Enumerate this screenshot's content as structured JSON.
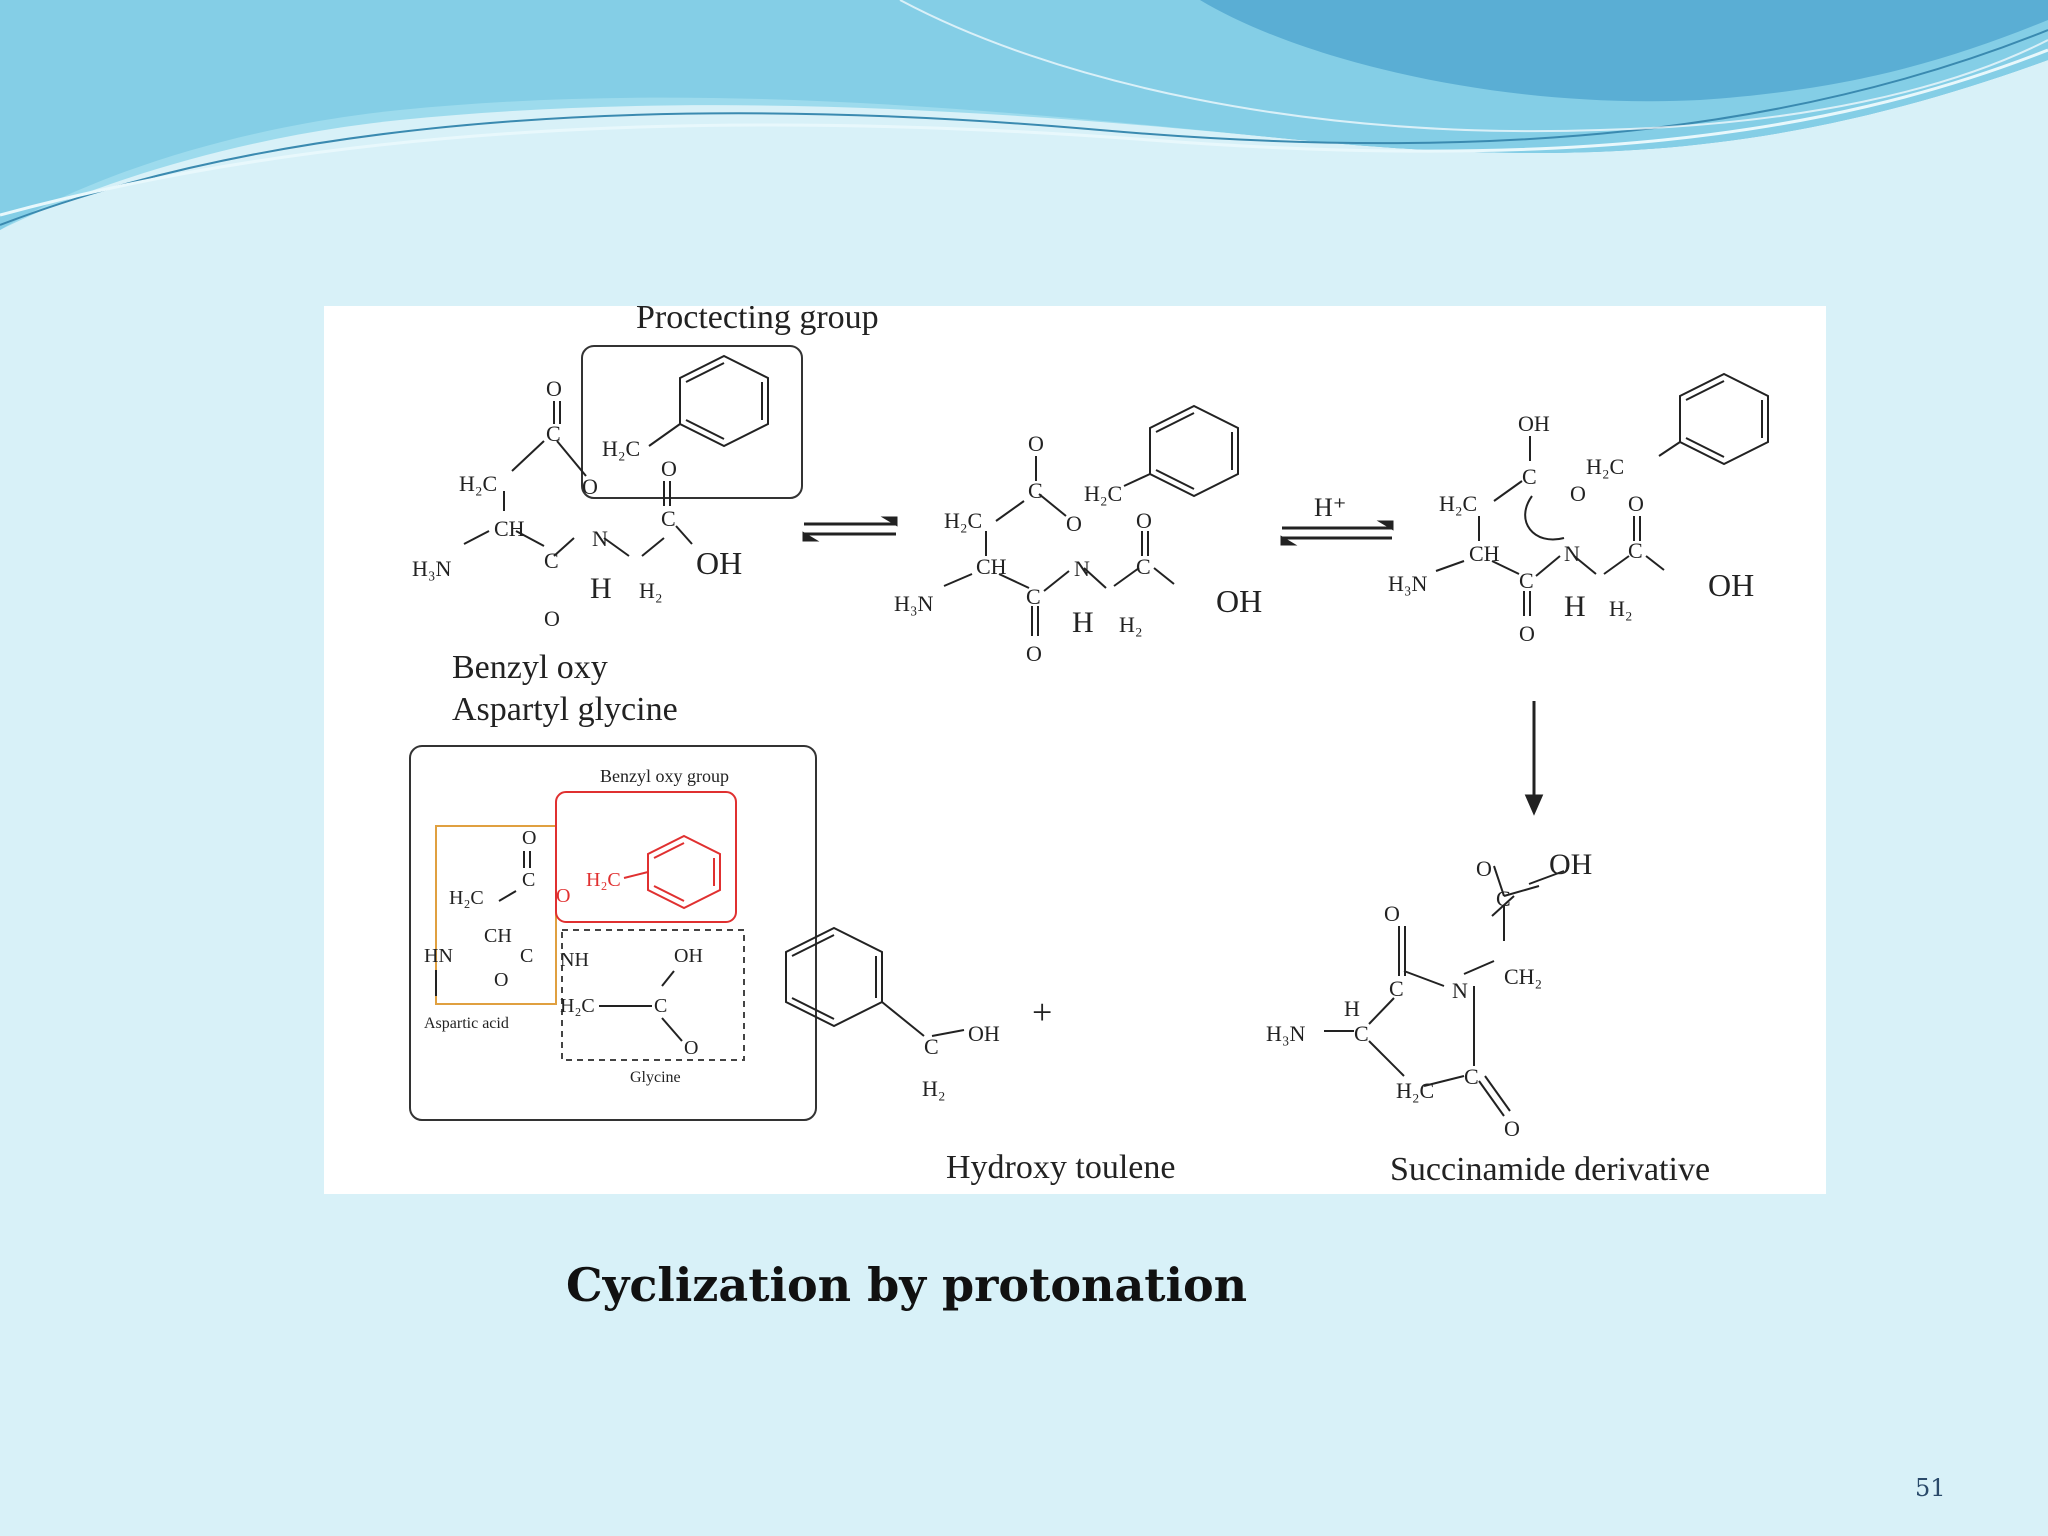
{
  "slide": {
    "caption": "Cyclization by protonation",
    "page_number": "51"
  },
  "figure": {
    "labels": {
      "protecting_group": "Proctecting group",
      "benzyl_oxy_line1": "Benzyl oxy",
      "benzyl_oxy_line2": "Aspartyl glycine",
      "benzyl_oxy_group": "Benzyl oxy group",
      "aspartic_acid": "Aspartic acid",
      "glycine": "Glycine",
      "hydroxy_toulene": "Hydroxy toulene",
      "succinamide": "Succinamide derivative",
      "proton": "H⁺",
      "plus": "+"
    },
    "colors": {
      "highlight_red": "#e03030",
      "highlight_orange": "#e0a040",
      "bond": "#222222"
    }
  },
  "colors": {
    "background": "#d8f1f8",
    "wave_dark": "#6fb6d6",
    "wave_light": "#9fdcec"
  }
}
